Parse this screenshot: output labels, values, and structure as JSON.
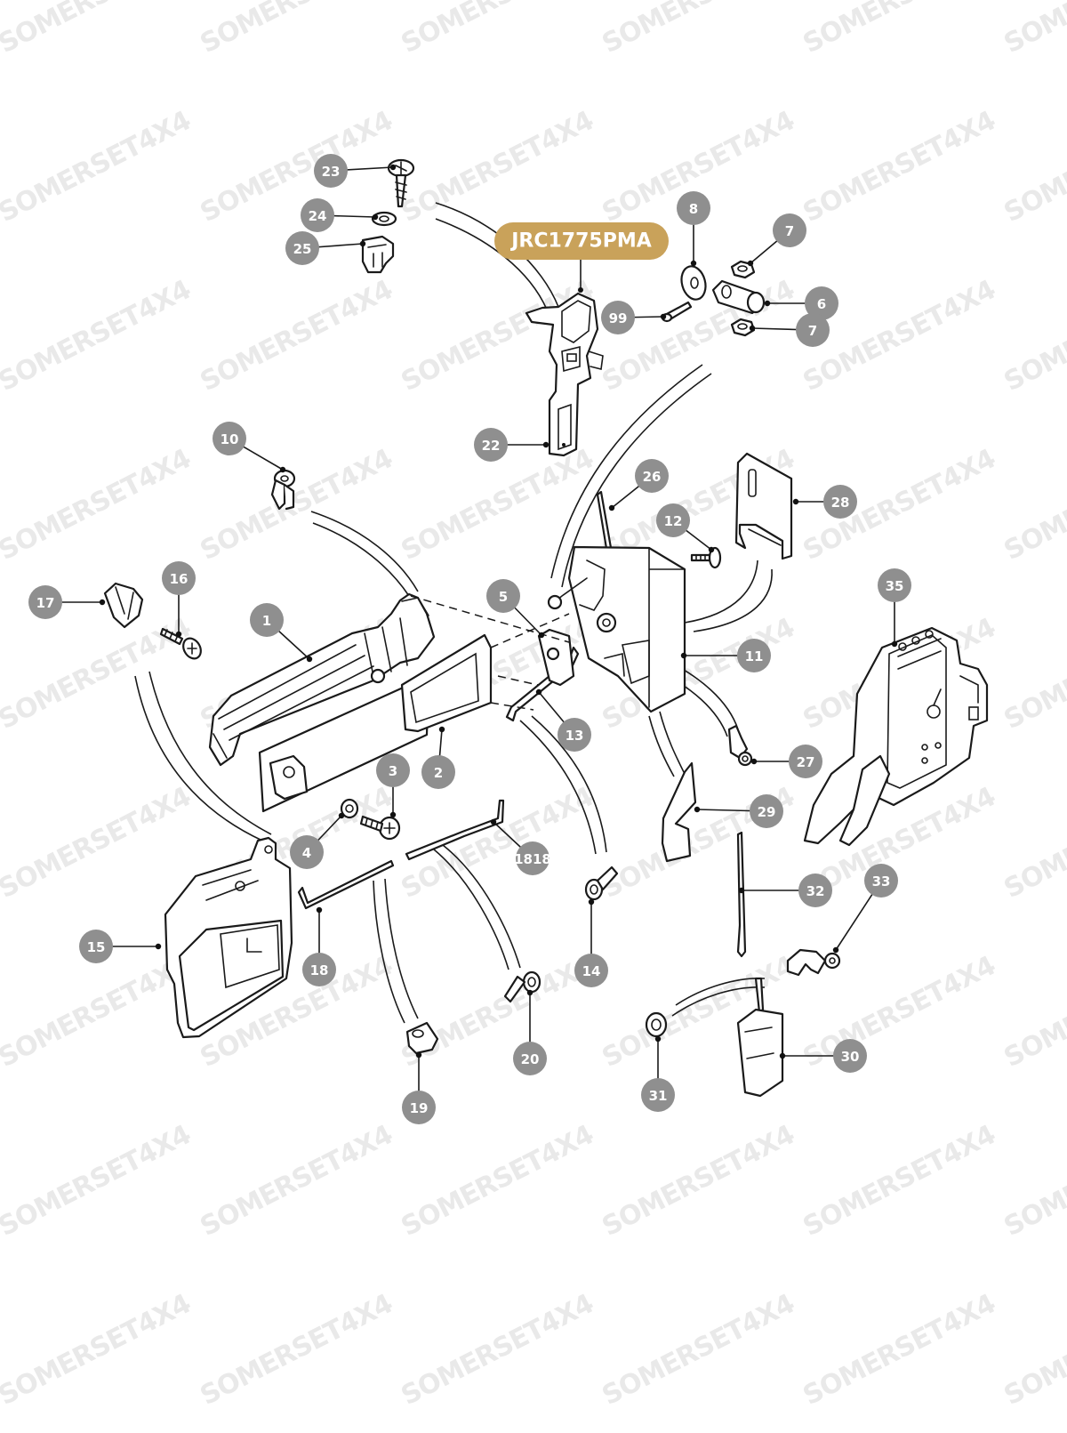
{
  "watermark": "SOMERSET4X4",
  "highlight": {
    "label": "JRC1775PMA",
    "color": "#c9a25a"
  },
  "callout_color": "#8f8f8f",
  "callouts": [
    "23",
    "24",
    "25",
    "8",
    "7",
    "6",
    "7",
    "99",
    "22",
    "10",
    "26",
    "28",
    "12",
    "35",
    "17",
    "16",
    "1",
    "5",
    "11",
    "13",
    "2",
    "3",
    "4",
    "27",
    "29",
    "1818",
    "32",
    "33",
    "15",
    "18",
    "14",
    "20",
    "30",
    "31",
    "19"
  ]
}
